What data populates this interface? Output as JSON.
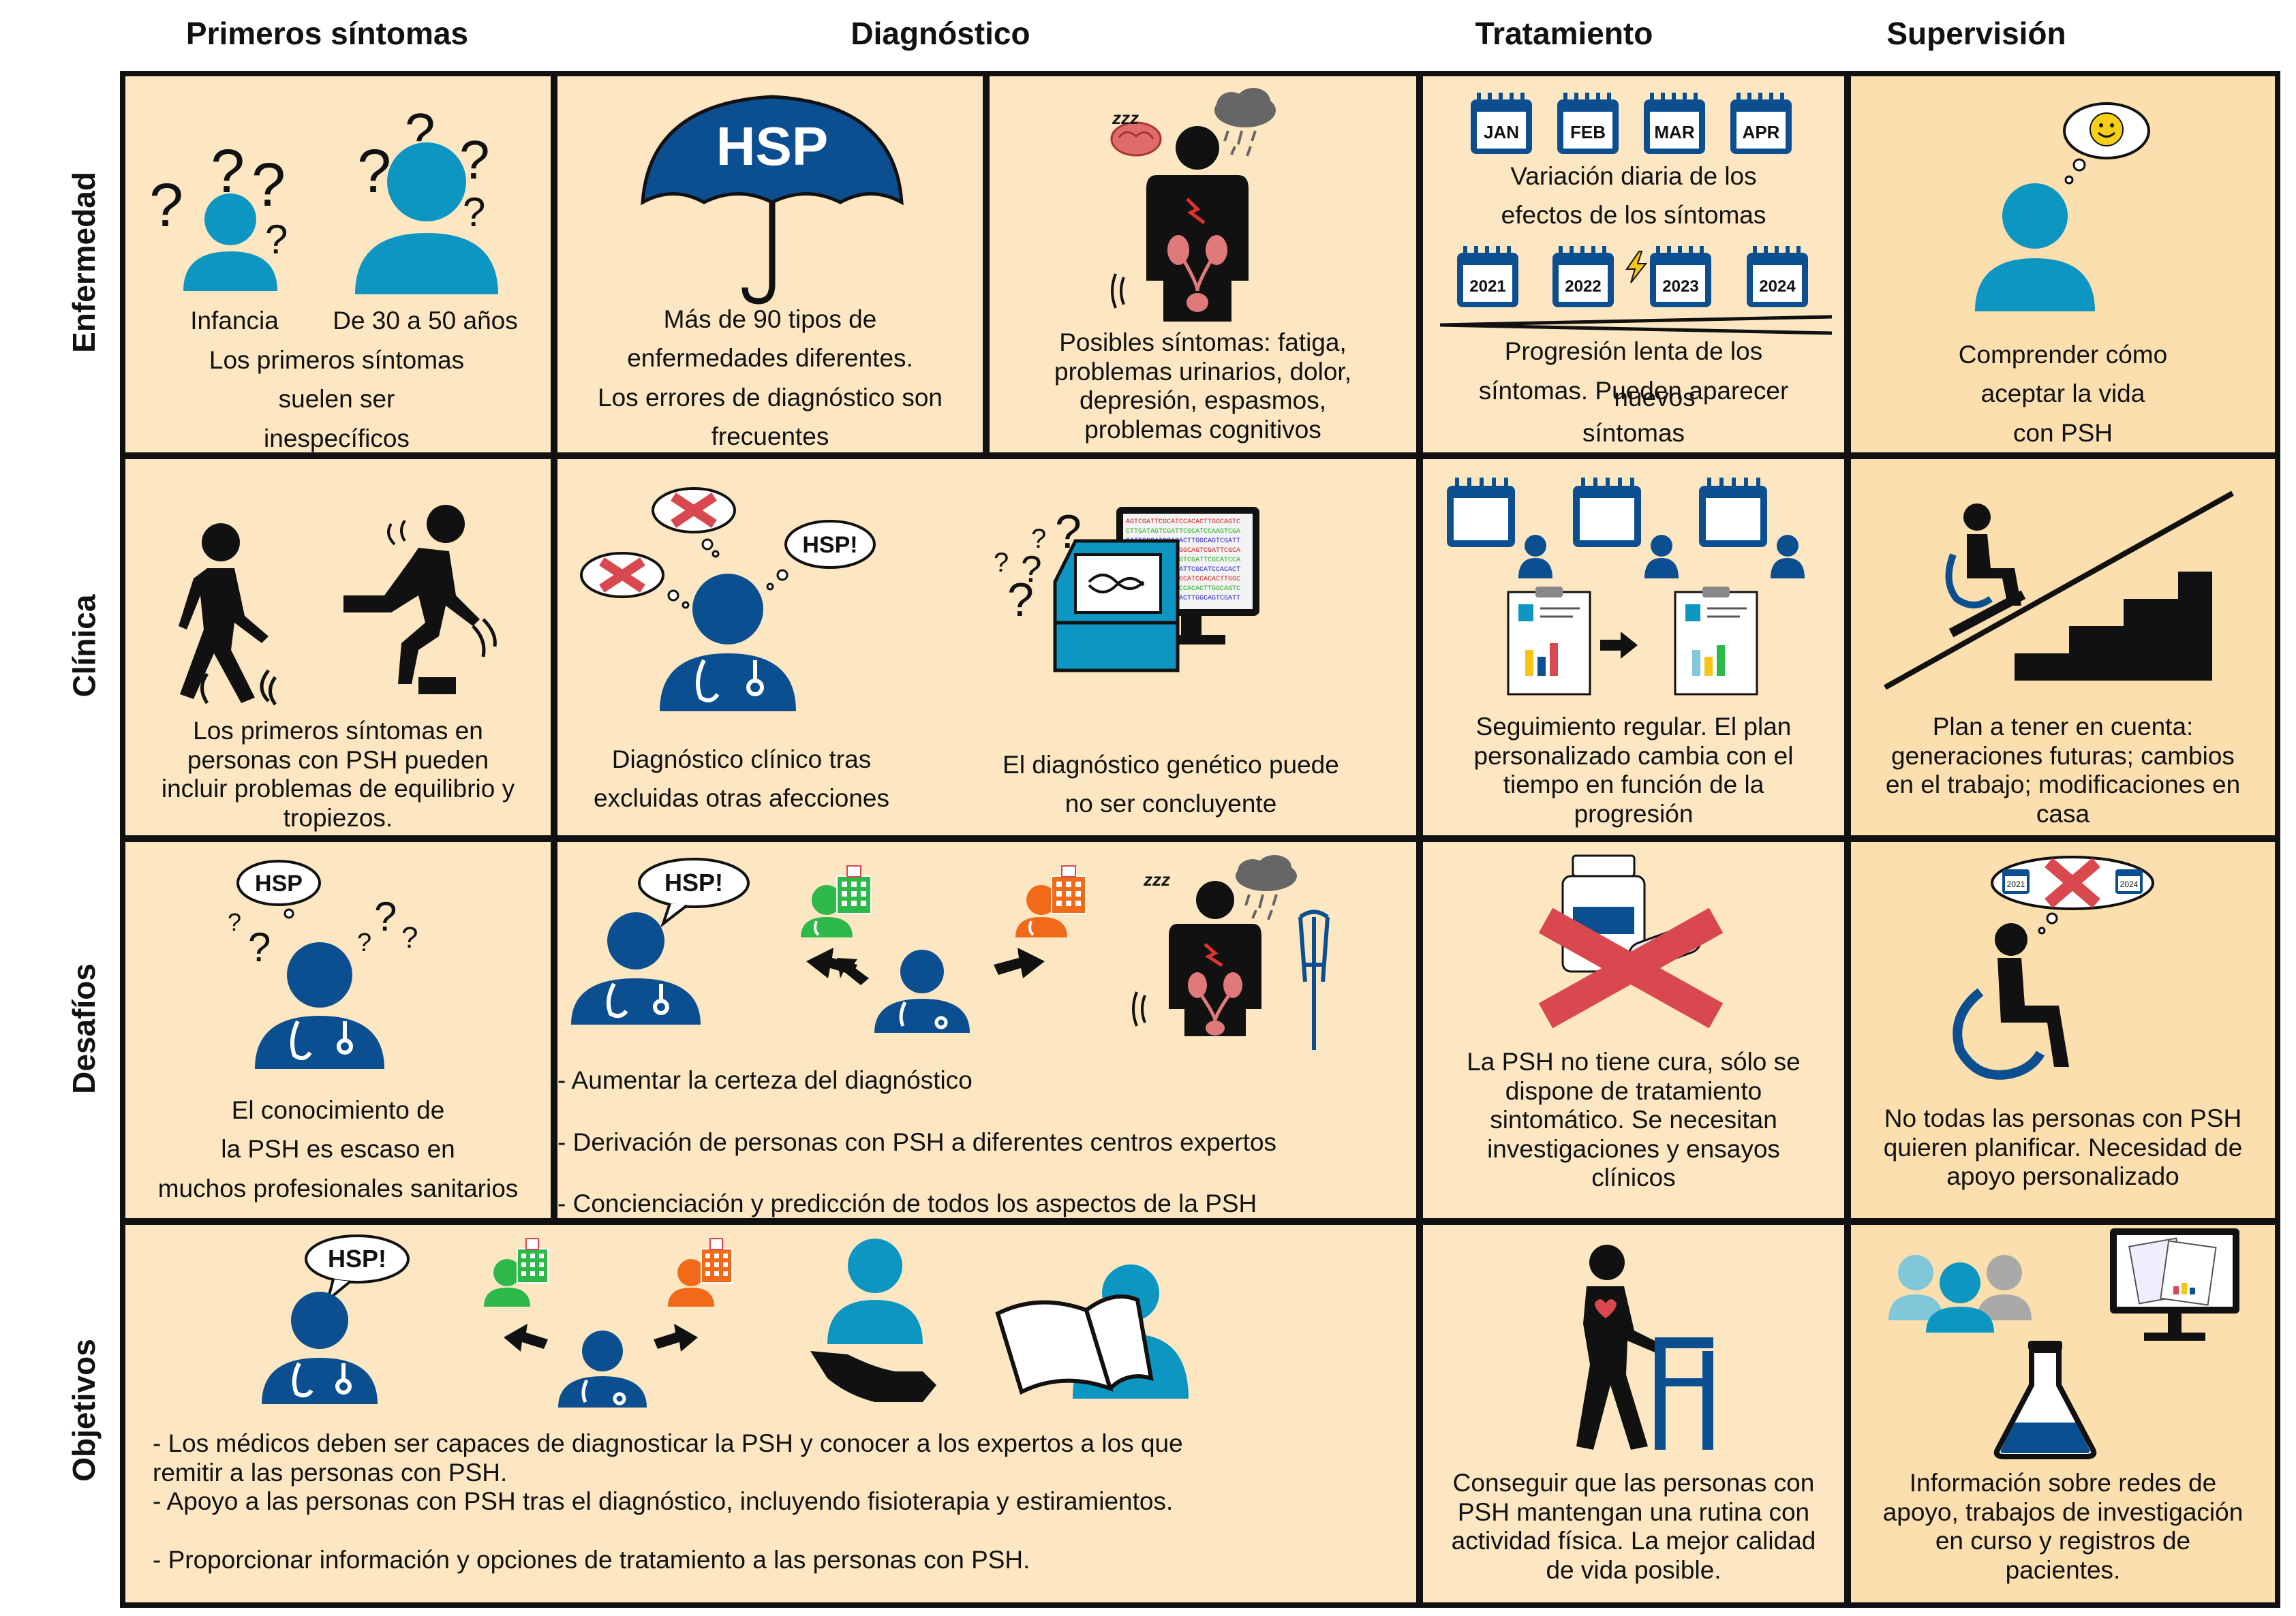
{
  "columns": [
    "Primeros síntomas",
    "Diagnóstico",
    "Tratamiento",
    "Supervisión"
  ],
  "rows": [
    "Enfermedad",
    "Clínica",
    "Desafíos",
    "Objetivos"
  ],
  "enfermedad": {
    "primeros": {
      "label_child": "Infancia",
      "label_adult": "De 30 a 50 años",
      "text": [
        "Los primeros síntomas",
        "suelen ser",
        "inespecíficos"
      ]
    },
    "diagnostico_umbrella": {
      "umbrella_label": "HSP",
      "text": [
        "Más de 90 tipos de",
        "enfermedades diferentes.",
        "Los errores de diagnóstico son",
        "frecuentes"
      ]
    },
    "diagnostico_symptoms": {
      "zzz": "zzz",
      "text": [
        "Posibles síntomas: fatiga,",
        "problemas urinarios, dolor,",
        "depresión, espasmos,",
        "problemas cognitivos"
      ]
    },
    "tratamiento": {
      "months": [
        "JAN",
        "FEB",
        "MAR",
        "APR"
      ],
      "years": [
        "2021",
        "2022",
        "2023",
        "2024"
      ],
      "text_top": [
        "Variación diaria de los",
        "efectos de los síntomas"
      ],
      "text_bottom_line1": "Progresión lenta de los",
      "text_bottom_line2": "síntomas. Pueden aparecer",
      "text_overlap": "nuevos",
      "text_bottom_line3": "síntomas"
    },
    "supervision": {
      "text": [
        "Comprender cómo",
        "aceptar la vida",
        "con PSH"
      ]
    }
  },
  "clinica": {
    "primeros": {
      "text": [
        "Los primeros síntomas en",
        "personas con PSH pueden",
        "incluir problemas de equilibrio y",
        "tropiezos."
      ]
    },
    "diagnostico": {
      "bubble": "HSP!",
      "text_clinical": [
        "Diagnóstico clínico tras",
        "excluidas otras afecciones"
      ],
      "text_genetic": [
        "El diagnóstico genético puede",
        "no ser concluyente"
      ]
    },
    "tratamiento": {
      "text": [
        "Seguimiento regular. El plan",
        "personalizado cambia con el",
        "tiempo en función de la",
        "progresión"
      ]
    },
    "supervision": {
      "text": [
        "Plan a tener en cuenta:",
        "generaciones futuras; cambios",
        "en el trabajo; modificaciones en",
        "casa"
      ]
    }
  },
  "desafios": {
    "primeros": {
      "bubble": "HSP",
      "text": [
        "El conocimiento de",
        "la PSH es escaso en",
        "muchos profesionales sanitarios"
      ]
    },
    "diagnostico": {
      "bubble": "HSP!",
      "zzz": "zzz",
      "bullets": [
        "- Aumentar la certeza del diagnóstico",
        "- Derivación de personas con PSH a diferentes centros expertos",
        "- Concienciación y predicción de todos los aspectos de la PSH"
      ]
    },
    "tratamiento": {
      "text": [
        "La PSH no tiene cura, sólo se",
        "dispone de tratamiento",
        "sintomático. Se necesitan",
        "investigaciones y ensayos",
        "clínicos"
      ]
    },
    "supervision": {
      "years": [
        "2021",
        "2024"
      ],
      "text": [
        "No todas las personas con PSH",
        "quieren planificar. Necesidad de",
        "apoyo personalizado"
      ]
    }
  },
  "objetivos": {
    "main": {
      "bubble": "HSP!",
      "bullets": [
        "- Los médicos deben ser capaces de diagnosticar la PSH y conocer a los expertos a los que",
        "remitir a las personas con PSH.",
        "- Apoyo a las personas con PSH tras el diagnóstico, incluyendo fisioterapia y estiramientos.",
        "",
        "- Proporcionar información y opciones de tratamiento a las personas con PSH."
      ]
    },
    "tratamiento": {
      "text": [
        "Conseguir que las personas con",
        "PSH mantengan una rutina con",
        "actividad física. La mejor calidad",
        "de vida posible."
      ]
    },
    "supervision": {
      "text": [
        "Información sobre redes de",
        "apoyo, trabajos de investigación",
        "en curso y registros de",
        "pacientes."
      ]
    }
  },
  "colors": {
    "cell_light": "#fde7c2",
    "cell_dark": "#fcdfae",
    "teal": "#0e96c2",
    "navy": "#0b4f91",
    "red": "#d9484f",
    "green": "#2db84a",
    "orange": "#f06a1a"
  }
}
